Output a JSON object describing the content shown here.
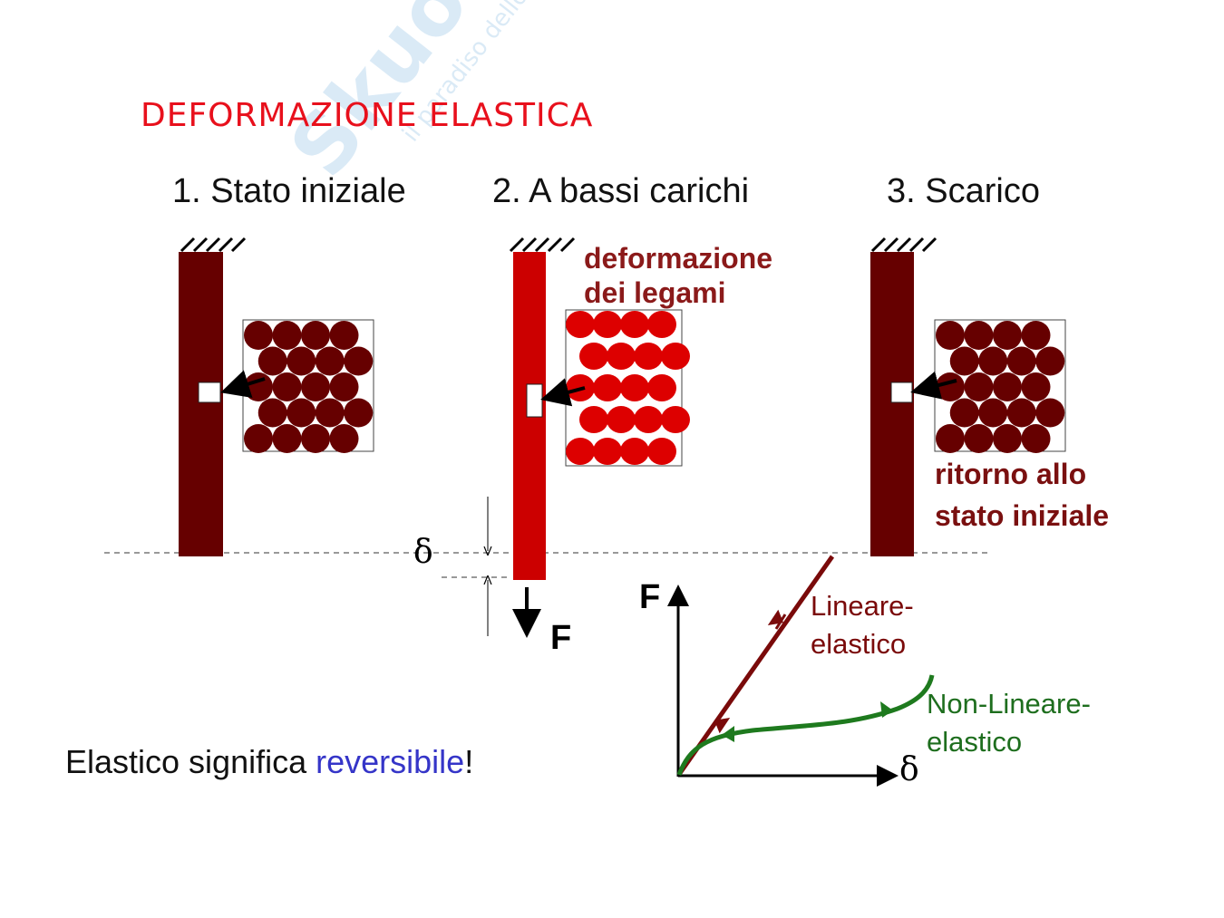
{
  "title": "DEFORMAZIONE ELASTICA",
  "watermark": {
    "brand": "Skuola.net",
    "tagline": "il paradiso dello studente"
  },
  "panels": [
    {
      "heading": "1. Stato iniziale"
    },
    {
      "heading": "2. A bassi carichi",
      "note_line1": "deformazione",
      "note_line2": "dei legami"
    },
    {
      "heading": "3. Scarico",
      "note_line1": "ritorno allo",
      "note_line2": "stato iniziale"
    }
  ],
  "symbols": {
    "delta": "δ",
    "force": "F"
  },
  "graph": {
    "y_label": "F",
    "x_label": "δ",
    "linear_line1": "Lineare-",
    "linear_line2": "elastico",
    "nonlinear_line1": "Non-Lineare-",
    "nonlinear_line2": "elastico"
  },
  "footer": {
    "text": "Elastico significa ",
    "highlight": "reversibile",
    "end": "!"
  },
  "colors": {
    "title": "#e8101c",
    "dark_bar": "#660000",
    "loaded_bar": "#cc0000",
    "linear": "#7a0a0a",
    "nonlinear": "#1e6e1e",
    "highlight": "#3535c8"
  }
}
